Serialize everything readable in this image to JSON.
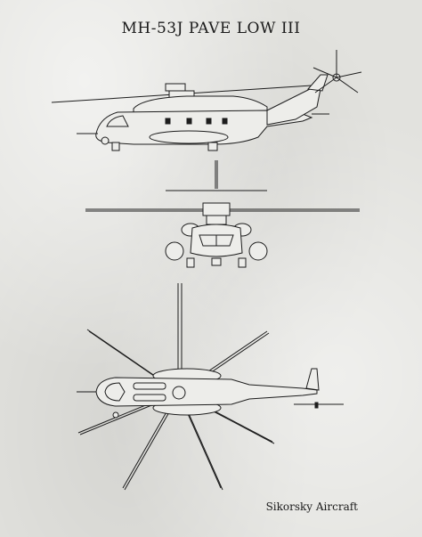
{
  "title": "MH-53J PAVE LOW III",
  "caption": "Sikorsky Aircraft",
  "views": [
    {
      "name": "side-view",
      "icon": "helicopter-side-icon"
    },
    {
      "name": "front-view",
      "icon": "helicopter-front-icon"
    },
    {
      "name": "top-view",
      "icon": "helicopter-top-icon"
    }
  ],
  "colors": {
    "paper": "#e2e2de",
    "ink": "#1d1d1d"
  }
}
